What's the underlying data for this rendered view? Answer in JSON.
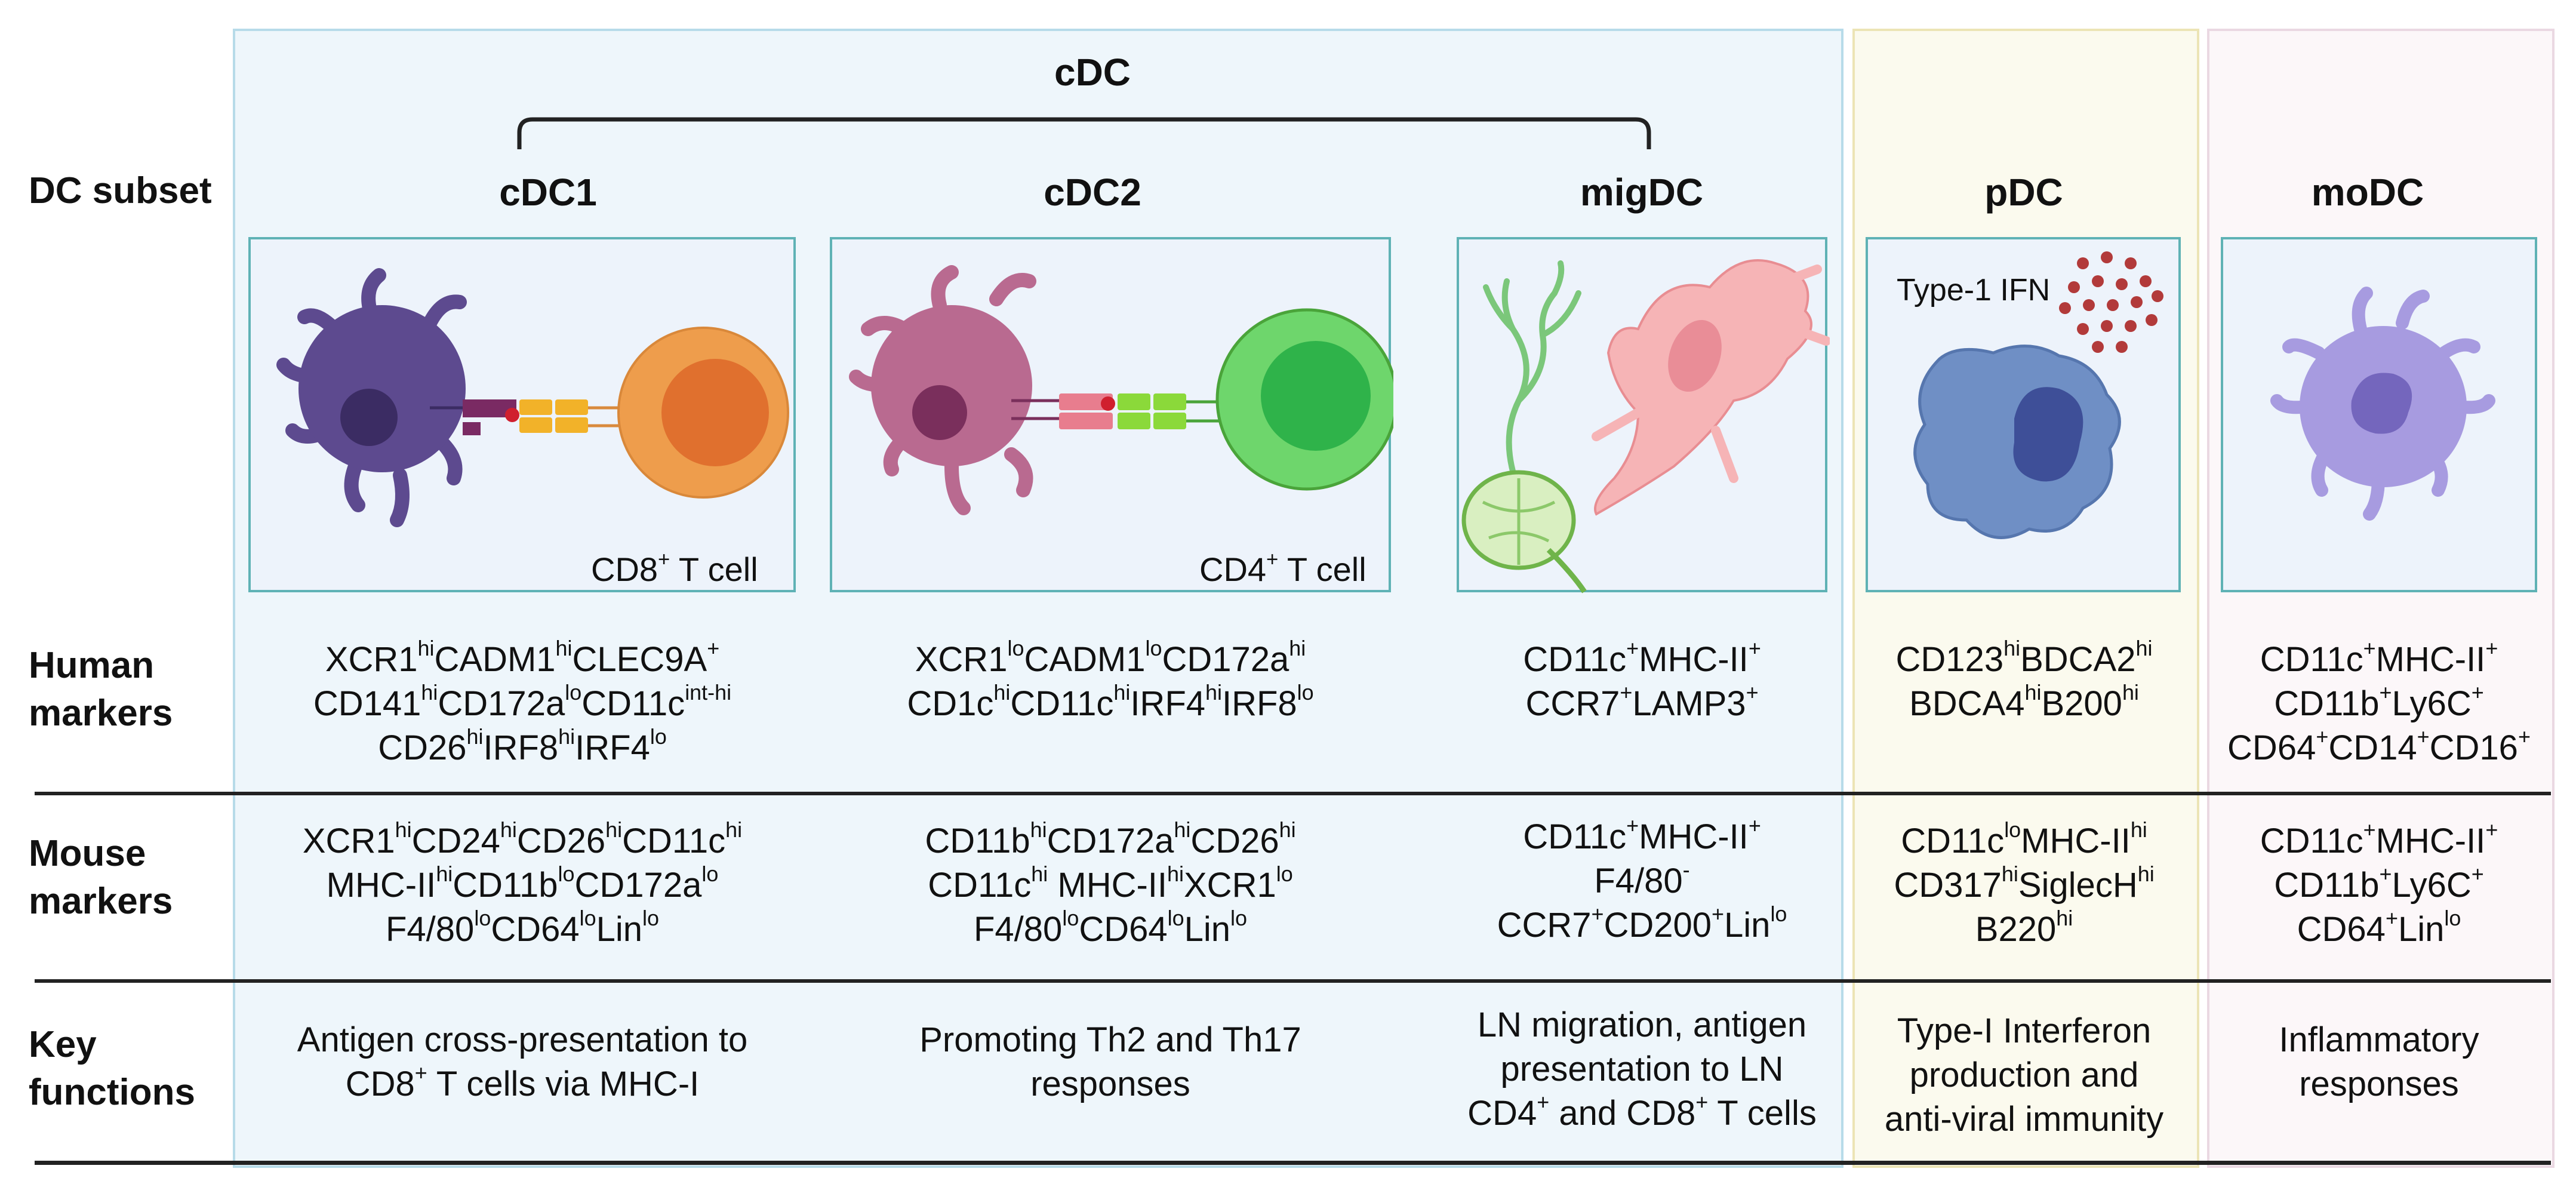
{
  "row_labels": {
    "subset": "DC subset",
    "human": [
      "Human",
      "markers"
    ],
    "mouse": [
      "Mouse",
      "markers"
    ],
    "functions": [
      "Key",
      "functions"
    ]
  },
  "group": {
    "label": "cDC"
  },
  "columns": [
    {
      "name": "cDC1",
      "cell_caption": {
        "text": "CD8",
        "sup": "+",
        "rest": " T cell"
      },
      "human": [
        [
          [
            "XCR1",
            "hi"
          ],
          [
            "CADM1",
            "hi"
          ],
          [
            "CLEC9A",
            "+"
          ]
        ],
        [
          [
            "CD141",
            "hi"
          ],
          [
            "CD172a",
            "lo"
          ],
          [
            "CD11c",
            "int-hi"
          ]
        ],
        [
          [
            "CD26",
            "hi"
          ],
          [
            "IRF8",
            "hi"
          ],
          [
            "IRF4",
            "lo"
          ]
        ]
      ],
      "mouse": [
        [
          [
            "XCR1",
            "hi"
          ],
          [
            "CD24",
            "hi"
          ],
          [
            "CD26",
            "hi"
          ],
          [
            "CD11c",
            "hi"
          ]
        ],
        [
          [
            "MHC-II",
            "hi"
          ],
          [
            "CD11b",
            "lo"
          ],
          [
            "CD172a",
            "lo"
          ]
        ],
        [
          [
            "F4/80",
            "lo"
          ],
          [
            "CD64",
            "lo"
          ],
          [
            "Lin",
            "lo"
          ]
        ]
      ],
      "functions": [
        [
          [
            "Antigen cross-presentation to",
            ""
          ]
        ],
        [
          [
            "CD8",
            "+"
          ],
          [
            " T cells via MHC-I",
            ""
          ]
        ]
      ]
    },
    {
      "name": "cDC2",
      "cell_caption": {
        "text": "CD4",
        "sup": "+",
        "rest": " T cell"
      },
      "human": [
        [
          [
            "XCR1",
            "lo"
          ],
          [
            "CADM1",
            "lo"
          ],
          [
            "CD172a",
            "hi"
          ]
        ],
        [
          [
            "CD1c",
            "hi"
          ],
          [
            "CD11c",
            "hi"
          ],
          [
            "IRF4",
            "hi"
          ],
          [
            "IRF8",
            "lo"
          ]
        ]
      ],
      "mouse": [
        [
          [
            "CD11b",
            "hi"
          ],
          [
            "CD172a",
            "hi"
          ],
          [
            "CD26",
            "hi"
          ]
        ],
        [
          [
            "CD11c",
            "hi"
          ],
          [
            " MHC-II",
            "hi"
          ],
          [
            "XCR1",
            "lo"
          ]
        ],
        [
          [
            "F4/80",
            "lo"
          ],
          [
            "CD64",
            "lo"
          ],
          [
            "Lin",
            "lo"
          ]
        ]
      ],
      "functions": [
        [
          [
            "Promoting Th2 and Th17",
            ""
          ]
        ],
        [
          [
            "responses",
            ""
          ]
        ]
      ]
    },
    {
      "name": "migDC",
      "human": [
        [
          [
            "CD11c",
            "+"
          ],
          [
            "MHC-II",
            "+"
          ]
        ],
        [
          [
            "CCR7",
            "+"
          ],
          [
            "LAMP3",
            "+"
          ]
        ]
      ],
      "mouse": [
        [
          [
            "CD11c",
            "+"
          ],
          [
            "MHC-II",
            "+"
          ]
        ],
        [
          [
            "F4/80",
            "-"
          ]
        ],
        [
          [
            "CCR7",
            "+"
          ],
          [
            "CD200",
            "+"
          ],
          [
            "Lin",
            "lo"
          ]
        ]
      ],
      "functions": [
        [
          [
            "LN migration, antigen",
            ""
          ]
        ],
        [
          [
            "presentation to LN",
            ""
          ]
        ],
        [
          [
            "CD4",
            "+"
          ],
          [
            " and CD8",
            ""
          ],
          [
            "",
            "+"
          ],
          [
            " T cells",
            ""
          ]
        ]
      ]
    },
    {
      "name": "pDC",
      "annotation": "Type-1 IFN",
      "human": [
        [
          [
            "CD123",
            "hi"
          ],
          [
            "BDCA2",
            "hi"
          ]
        ],
        [
          [
            "BDCA4",
            "hi"
          ],
          [
            "B200",
            "hi"
          ]
        ]
      ],
      "mouse": [
        [
          [
            "CD11c",
            "lo"
          ],
          [
            "MHC-II",
            "hi"
          ]
        ],
        [
          [
            "CD317",
            "hi"
          ],
          [
            "SiglecH",
            "hi"
          ]
        ],
        [
          [
            "B220",
            "hi"
          ]
        ]
      ],
      "functions": [
        [
          [
            "Type-I Interferon",
            ""
          ]
        ],
        [
          [
            "production and",
            ""
          ]
        ],
        [
          [
            "anti-viral immunity",
            ""
          ]
        ]
      ]
    },
    {
      "name": "moDC",
      "human": [
        [
          [
            "CD11c",
            "+"
          ],
          [
            "MHC-II",
            "+"
          ]
        ],
        [
          [
            "CD11b",
            "+"
          ],
          [
            "Ly6C",
            "+"
          ]
        ],
        [
          [
            "CD64",
            "+"
          ],
          [
            "CD14",
            "+"
          ],
          [
            "CD16",
            "+"
          ]
        ]
      ],
      "mouse": [
        [
          [
            "CD11c",
            "+"
          ],
          [
            "MHC-II",
            "+"
          ]
        ],
        [
          [
            "CD11b",
            "+"
          ],
          [
            "Ly6C",
            "+"
          ]
        ],
        [
          [
            "CD64",
            "+"
          ],
          [
            "Lin",
            "lo"
          ]
        ]
      ],
      "functions": [
        [
          [
            "Inflammatory",
            ""
          ]
        ],
        [
          [
            "responses",
            ""
          ]
        ]
      ]
    }
  ],
  "colors": {
    "cdc_panel": "#eef6fb",
    "pdc_panel": "#fbfaee",
    "modc_panel": "#fcf7f9",
    "box_border": "#5fb2b5",
    "cdc1_cell": "#5d4a8f",
    "cdc2_cell": "#b96a90",
    "cd8_tcell": "#ee9d4c",
    "cd4_tcell": "#6ed66c",
    "migdc_cell": "#f6b4b6",
    "pdc_cell": "#6f8fc5",
    "modc_cell": "#a79be0",
    "ifn_dots": "#b23a3a"
  }
}
